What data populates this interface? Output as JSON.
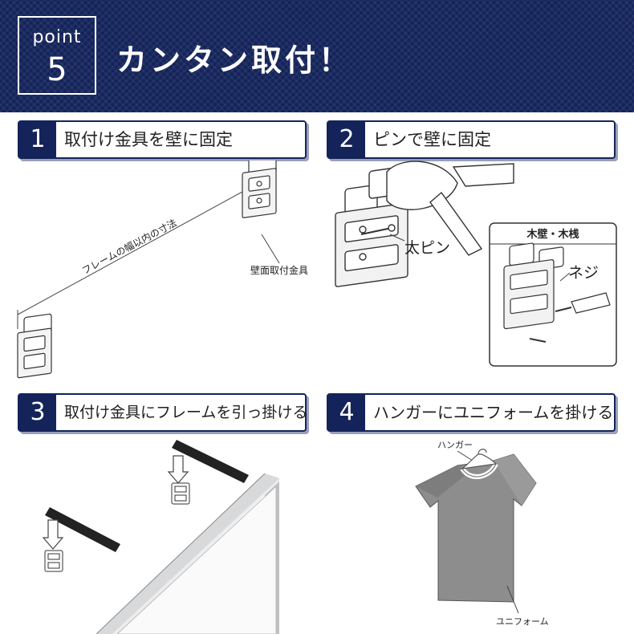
{
  "header": {
    "point_word": "point",
    "point_number": "5",
    "title": "カンタン取付！"
  },
  "steps": [
    {
      "number": "1",
      "label": "取付け金具を壁に固定"
    },
    {
      "number": "2",
      "label": "ピンで壁に固定"
    },
    {
      "number": "3",
      "label": "取付け金具にフレームを引っ掛ける"
    },
    {
      "number": "4",
      "label": "ハンガーにユニフォームを掛ける"
    }
  ],
  "step1": {
    "dimension_label": "フレームの幅以内の寸法",
    "bracket_label": "壁面取付金具"
  },
  "step2": {
    "pin_label": "太ピン",
    "inset_title": "木壁・木桟",
    "screw_label": "ネジ"
  },
  "step4": {
    "hanger_label": "ハンガー",
    "uniform_label": "ユニフォーム"
  }
}
